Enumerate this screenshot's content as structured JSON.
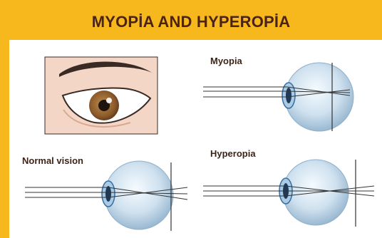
{
  "title": "MYOPİA AND HYPEROPİA",
  "labels": {
    "myopia": "Myopia",
    "normal": "Normal  vision",
    "hyperopia": "Hyperopia"
  },
  "colors": {
    "banner": "#f7b81e",
    "title_text": "#4a2418",
    "skin": "#f3d6c6",
    "iris": "#9a6a3a",
    "eyeball": "#cfe1ef",
    "cornea": "#3a6ea0",
    "rays": "#333333"
  }
}
